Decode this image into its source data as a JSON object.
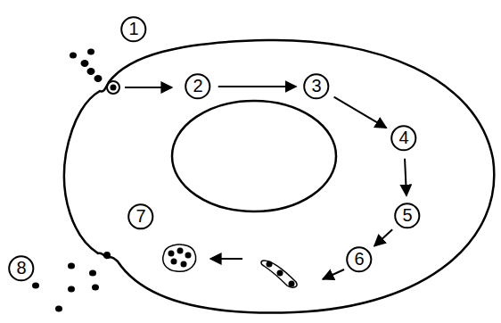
{
  "diagram": {
    "nodes": [
      {
        "text": [
          "1"
        ]
      },
      {
        "text": [
          "2"
        ]
      },
      {
        "text": [
          "3"
        ]
      },
      {
        "text": [
          "4"
        ]
      },
      {
        "text": [
          "5"
        ]
      },
      {
        "text": [
          "6"
        ]
      },
      {
        "text": [
          "7"
        ]
      },
      {
        "text": [
          "8"
        ]
      }
    ],
    "edges": [
      {
        "from": 1,
        "to": 2,
        "arrow": "to"
      },
      {
        "from": 2,
        "to": 3,
        "arrow": "to"
      },
      {
        "from": 3,
        "to": 4,
        "arrow": "to"
      },
      {
        "from": 4,
        "to": 5,
        "arrow": "to"
      }
    ]
  }
}
